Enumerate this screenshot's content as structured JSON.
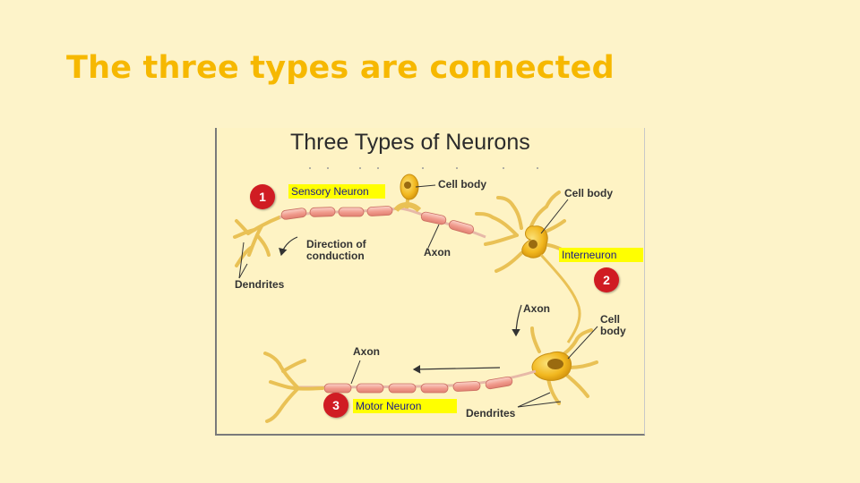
{
  "slide": {
    "title": "The three types are connected"
  },
  "figure": {
    "title": "Three Types of Neurons",
    "labels": {
      "sensory_neuron": "Sensory Neuron",
      "cell_body_1": "Cell body",
      "cell_body_2": "Cell body",
      "direction": "Direction of\nconduction",
      "axon_1": "Axon",
      "dendrites_1": "Dendrites",
      "interneuron": "Interneuron",
      "axon_2": "Axon",
      "cell_body_3": "Cell\nbody",
      "axon_3": "Axon",
      "motor_neuron": "Motor Neuron",
      "dendrites_2": "Dendrites"
    },
    "badges": [
      "1",
      "2",
      "3"
    ],
    "colors": {
      "badge": "#d01c23",
      "highlight": "#ffff00",
      "axon_segment": "#f4a9a0",
      "cell_body": "#f6c93a",
      "dendrite": "#f2cf67"
    }
  }
}
